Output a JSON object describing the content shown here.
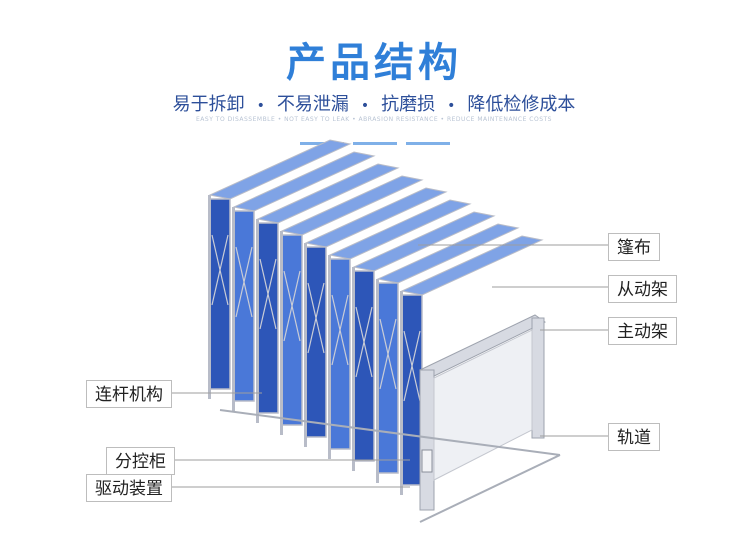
{
  "title": "产品结构",
  "subtitle": {
    "features": [
      "易于拆卸",
      "不易泄漏",
      "抗磨损",
      "降低检修成本"
    ],
    "separator": "•",
    "english": "EASY TO DISASSEMBLE • NOT EASY TO LEAK • ABRASION RESISTANCE • REDUCE MAINTENANCE COSTS"
  },
  "labels": {
    "canopy": "篷布",
    "driven_frame": "从动架",
    "main_frame": "主动架",
    "linkage": "连杆机构",
    "track": "轨道",
    "control_cabinet": "分控柜",
    "drive_unit": "驱动装置"
  },
  "colors": {
    "title": "#2f7fd8",
    "subtitle": "#2d4f9a",
    "panel_blue": "#4a78d8",
    "panel_dark": "#2d56b8",
    "frame_gray": "#b8bcc8",
    "accent_line": "#7fb0e8"
  }
}
